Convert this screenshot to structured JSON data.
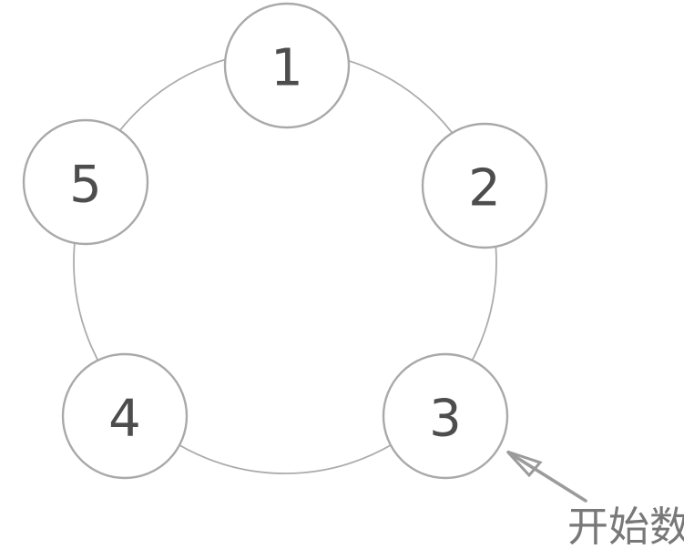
{
  "diagram": {
    "type": "circle-of-nodes",
    "nodes": [
      {
        "label": "1",
        "position": "top"
      },
      {
        "label": "2",
        "position": "right"
      },
      {
        "label": "3",
        "position": "bottom-right"
      },
      {
        "label": "4",
        "position": "bottom-left"
      },
      {
        "label": "5",
        "position": "left"
      }
    ],
    "annotation": {
      "label": "开始数",
      "points_to_node": "3"
    },
    "colors": {
      "background": "#ffffff",
      "circle_stroke": "#a9a9a9",
      "circle_fill": "#ffffff",
      "ring_stroke": "#acacac",
      "number_text": "#4d4d4d",
      "arrow": "#9b9b9b",
      "annotation_text": "#787878"
    }
  }
}
